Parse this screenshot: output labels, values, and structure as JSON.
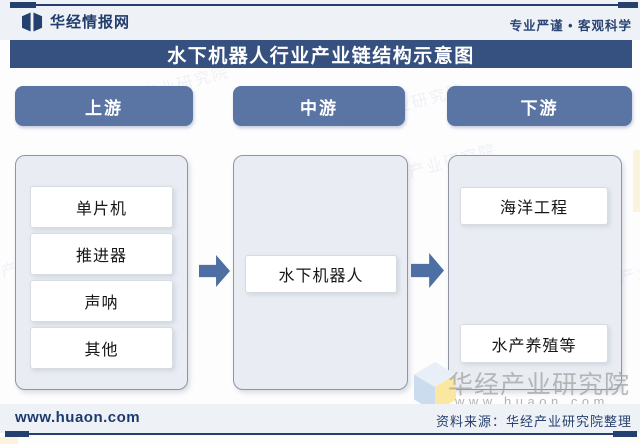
{
  "brand": {
    "logo_text": "华经情报网",
    "tagline": "专业严谨 • 客观科学"
  },
  "title": "水下机器人行业产业链结构示意图",
  "diagram": {
    "columns": [
      {
        "header": "上游",
        "items": [
          "单片机",
          "推进器",
          "声呐",
          "其他"
        ]
      },
      {
        "header": "中游",
        "items": [
          "水下机器人"
        ]
      },
      {
        "header": "下游",
        "items": [
          "海洋工程",
          "水产养殖等"
        ]
      }
    ]
  },
  "footer": {
    "website": "www.huaon.com",
    "source": "资料来源：华经产业研究院整理"
  },
  "watermark": {
    "org": "华经产业研究院",
    "url": "www.huaon.com"
  },
  "colors": {
    "title_bar": "#36517f",
    "stage_pill": "#5a74a4",
    "arrow": "#4d6fa4",
    "rule": "#24406e",
    "panel_bg": "#e9edf3"
  }
}
